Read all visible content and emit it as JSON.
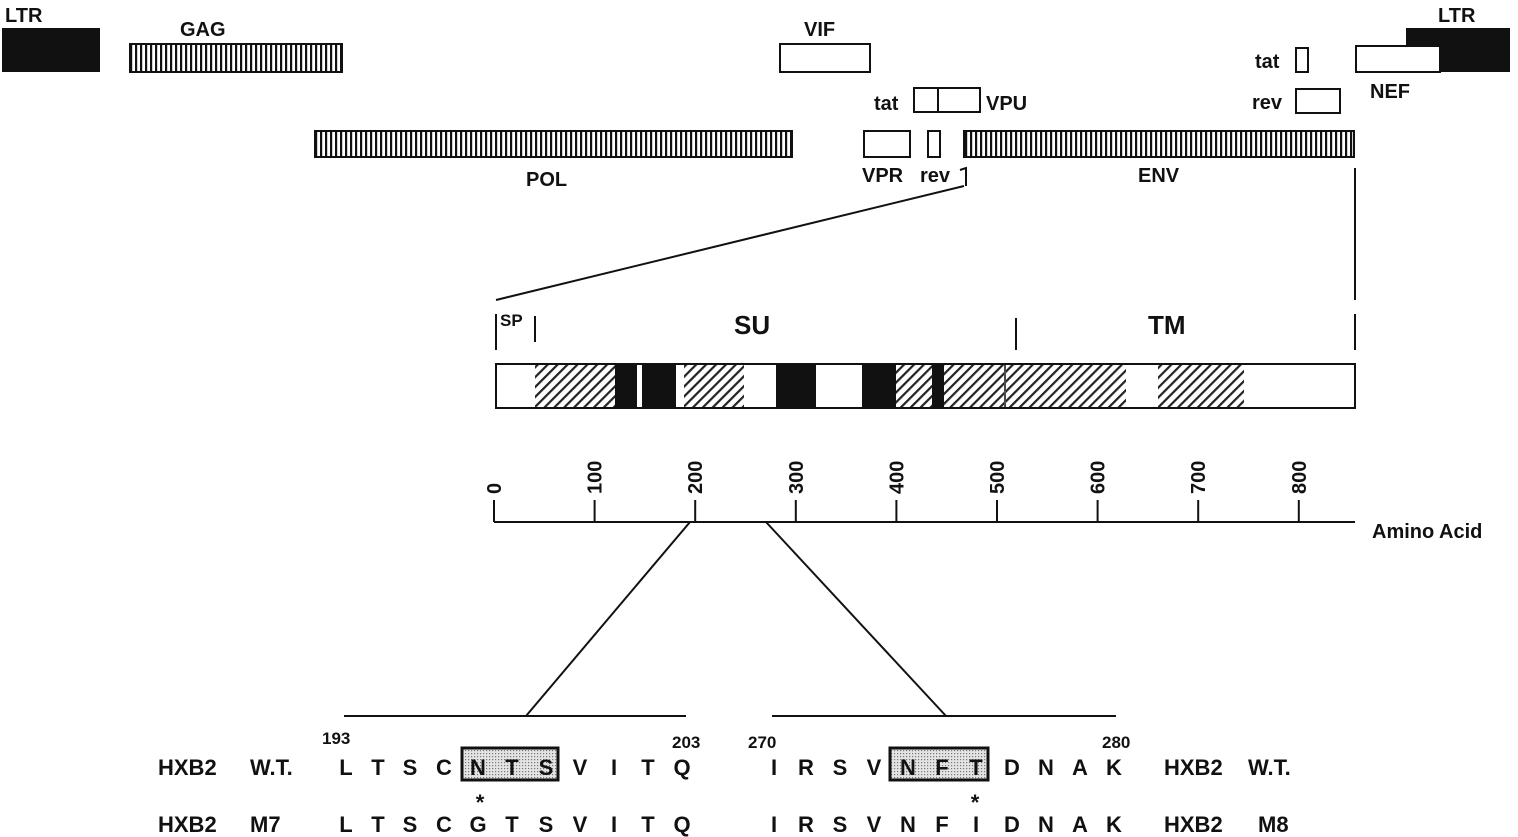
{
  "genome": {
    "ltr_left": "LTR",
    "ltr_right": "LTR",
    "gag": "GAG",
    "vif": "VIF",
    "pol": "POL",
    "vpr": "VPR",
    "rev_mid": "rev",
    "tat_mid": "tat",
    "vpu": "VPU",
    "env": "ENV",
    "tat_right": "tat",
    "rev_right": "rev",
    "nef": "NEF"
  },
  "envelope": {
    "sp": "SP",
    "su": "SU",
    "tm": "TM"
  },
  "scale": {
    "ticks": [
      "0",
      "100",
      "200",
      "300",
      "400",
      "500",
      "600",
      "700",
      "800"
    ],
    "unit_label": "Amino Acid"
  },
  "sequences": {
    "left_start": "193",
    "left_end": "203",
    "right_start": "270",
    "right_end": "280",
    "row1_name": "HXB2",
    "row1_variant": "W.T.",
    "row2_name": "HXB2",
    "row2_variant_left": "M7",
    "row2_variant_right": "M8",
    "wt_left": [
      "L",
      "T",
      "S",
      "C",
      "N",
      "T",
      "S",
      "V",
      "I",
      "T",
      "Q"
    ],
    "wt_right": [
      "I",
      "R",
      "S",
      "V",
      "N",
      "F",
      "T",
      "D",
      "N",
      "A",
      "K"
    ],
    "mut_left": [
      "L",
      "T",
      "S",
      "C",
      "G",
      "T",
      "S",
      "V",
      "I",
      "T",
      "Q"
    ],
    "mut_right": [
      "I",
      "R",
      "S",
      "V",
      "N",
      "F",
      "I",
      "D",
      "N",
      "A",
      "K"
    ],
    "mutation_marker": "*"
  }
}
